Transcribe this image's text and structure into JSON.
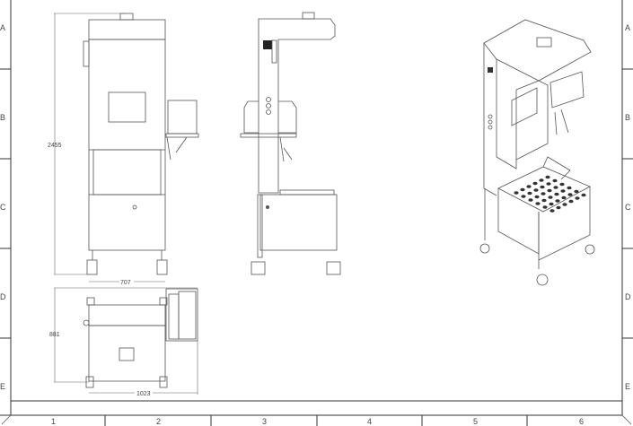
{
  "frame": {
    "row_labels": [
      "A",
      "B",
      "C",
      "D",
      "E"
    ],
    "column_labels": [
      "1",
      "2",
      "3",
      "4",
      "5",
      "6"
    ]
  },
  "dimensions": {
    "height": "2455",
    "front_width": "707",
    "depth": "881",
    "top_width": "1023"
  },
  "colors": {
    "line": "#555555",
    "frame": "#333333"
  }
}
